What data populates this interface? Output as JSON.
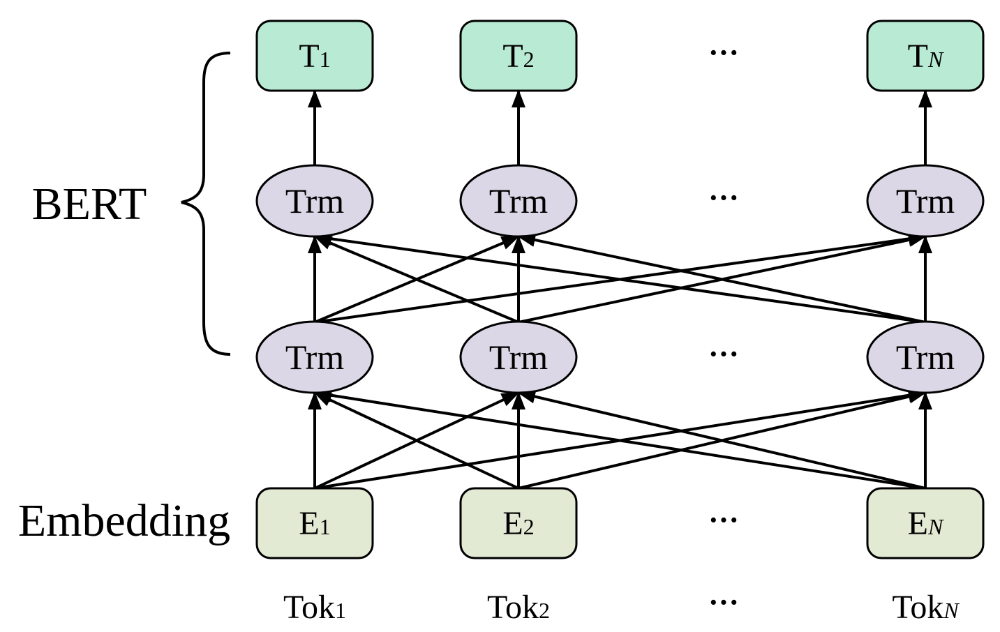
{
  "labels": {
    "bert": "BERT",
    "embedding": "Embedding"
  },
  "outputs": [
    {
      "main": "T",
      "sub": "1",
      "italic": false
    },
    {
      "main": "T",
      "sub": "2",
      "italic": false
    },
    {
      "main": "T",
      "sub": "N",
      "italic": true
    }
  ],
  "transformer_label": "Trm",
  "embeddings": [
    {
      "main": "E",
      "sub": "1",
      "italic": false
    },
    {
      "main": "E",
      "sub": "2",
      "italic": false
    },
    {
      "main": "E",
      "sub": "N",
      "italic": true
    }
  ],
  "tokens": [
    {
      "main": "Tok",
      "sub": "1",
      "italic": false
    },
    {
      "main": "Tok",
      "sub": "2",
      "italic": false
    },
    {
      "main": "Tok",
      "sub": "N",
      "italic": true
    }
  ],
  "ellipsis": "···",
  "colors": {
    "output_fill": "#b8ead4",
    "trm_fill": "#dcd7e6",
    "embed_fill": "#e3ead4",
    "stroke": "#000000"
  }
}
